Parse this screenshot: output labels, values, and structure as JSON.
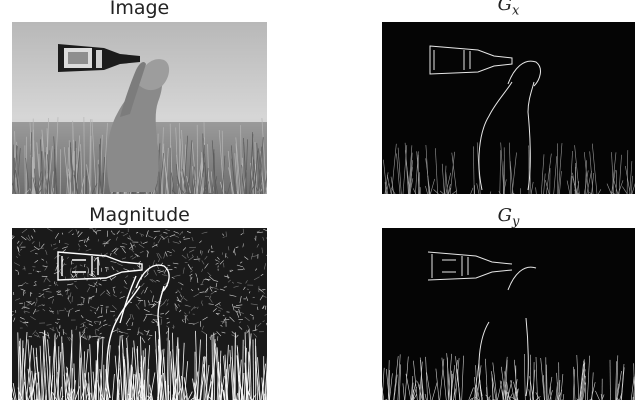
{
  "figure": {
    "panels": [
      {
        "id": "image",
        "title": "Image",
        "kind": "grayscale-photo"
      },
      {
        "id": "gx",
        "title_base": "G",
        "title_sub": "x",
        "kind": "horizontal-gradient"
      },
      {
        "id": "magnitude",
        "title": "Magnitude",
        "kind": "gradient-magnitude"
      },
      {
        "id": "gy",
        "title_base": "G",
        "title_sub": "y",
        "kind": "vertical-gradient"
      }
    ],
    "colors": {
      "background": "#ffffff",
      "photo_sky_top": "#bdbdbd",
      "photo_sky_bottom": "#d9d9d9",
      "photo_grass": "#8f8f8f",
      "gradient_bg": "#050505",
      "edge": "#f2f2f2"
    },
    "subject": "animal-holding-bottle"
  }
}
